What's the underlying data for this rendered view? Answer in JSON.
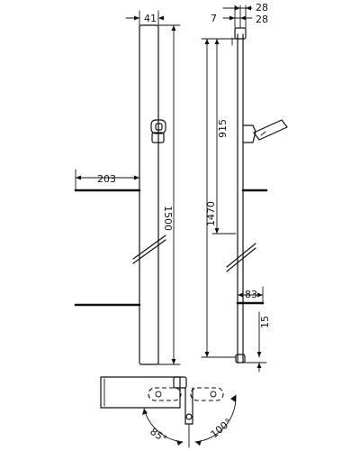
{
  "dimensions": {
    "top_width": "41",
    "shelf_depth": "203",
    "total_height": "1500",
    "side_offset": "7",
    "side_depth_a": "28",
    "side_depth_b": "28",
    "mount_span": "915",
    "rail_length": "1470",
    "shelf_small": "83",
    "bottom_gap": "15",
    "angle_left": "85°",
    "angle_right": "100°"
  },
  "colors": {
    "line": "#111111",
    "background": "#ffffff"
  }
}
